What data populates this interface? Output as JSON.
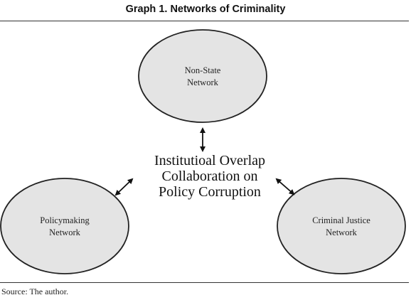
{
  "title": "Graph 1. Networks of Criminality",
  "source": "Source: The author.",
  "center": {
    "lines": [
      "Institutioal Overlap",
      "Collaboration on",
      "Policy Corruption"
    ]
  },
  "nodes": [
    {
      "id": "non-state",
      "lines": [
        "Non-State",
        "Network"
      ]
    },
    {
      "id": "policymaking",
      "lines": [
        "Policymaking",
        "Network"
      ]
    },
    {
      "id": "criminal-justice",
      "lines": [
        "Criminal Justice",
        "Network"
      ]
    }
  ],
  "colors": {
    "node_fill": "#e4e4e4",
    "node_stroke": "#222222",
    "arrow": "#111111"
  }
}
